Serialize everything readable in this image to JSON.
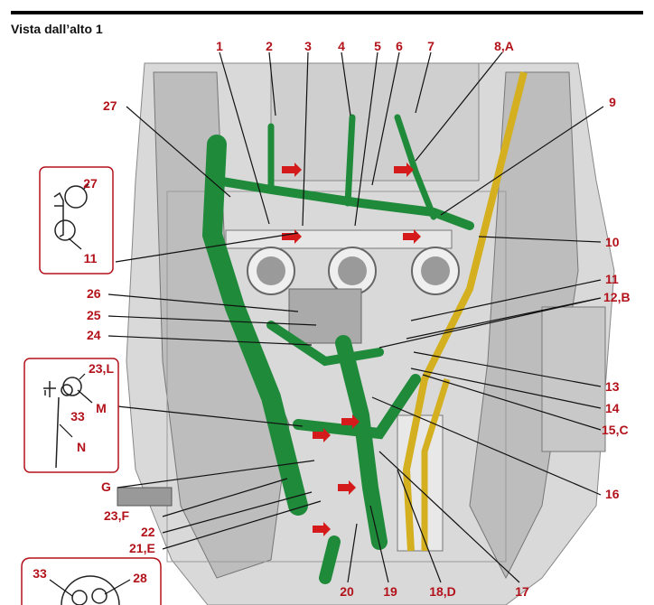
{
  "title": "Vista dall’alto 1",
  "colors": {
    "accent": "#b3121b",
    "harness": "#1f8a3a",
    "frame": "#bfbfbf",
    "hose": "#d4b020"
  },
  "labels": {
    "l1": "1",
    "l2": "2",
    "l3": "3",
    "l4": "4",
    "l5": "5",
    "l6": "6",
    "l7": "7",
    "l8A": "8,A",
    "l9": "9",
    "l10": "10",
    "l11": "11",
    "l12B": "12,B",
    "l13": "13",
    "l14": "14",
    "l15C": "15,C",
    "l16": "16",
    "l17": "17",
    "l18D": "18,D",
    "l19": "19",
    "l20": "20",
    "l21E": "21,E",
    "l22": "22",
    "l23F": "23,F",
    "lG": "G",
    "l24": "24",
    "l25": "25",
    "l26": "26",
    "l27": "27"
  },
  "inset1": {
    "l27": "27",
    "l11": "11"
  },
  "inset2": {
    "l23L": "23,L",
    "l33": "33",
    "lM": "M",
    "lN": "N"
  },
  "inset3": {
    "l33": "33",
    "l28": "28"
  }
}
